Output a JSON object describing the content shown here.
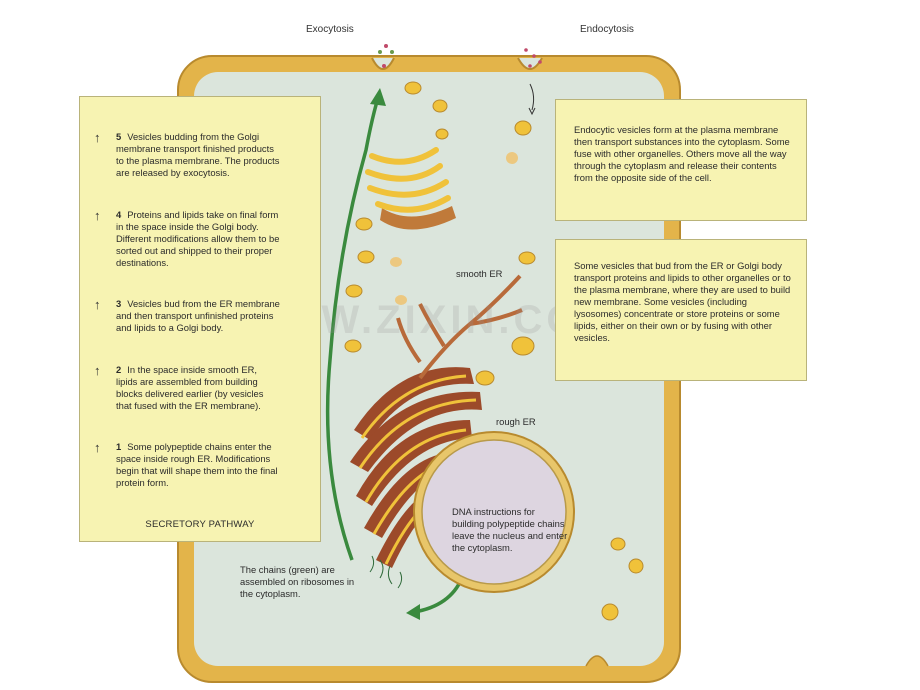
{
  "top_labels": {
    "exocytosis": "Exocytosis",
    "endocytosis": "Endocytosis"
  },
  "secretory_steps": [
    {
      "number": "5",
      "text": "Vesicles budding from the Golgi membrane transport finished products to the plasma membrane. The products are released by exocytosis."
    },
    {
      "number": "4",
      "text": "Proteins and lipids take on final form in the space inside the Golgi body. Different modifications allow them to be sorted out and shipped to their proper destinations."
    },
    {
      "number": "3",
      "text": "Vesicles bud from the ER membrane and then transport unfinished proteins and lipids to a Golgi body."
    },
    {
      "number": "2",
      "text": "In the space inside smooth ER, lipids are assembled from building blocks delivered earlier (by vesicles that fused with the ER membrane)."
    },
    {
      "number": "1",
      "text": "Some polypeptide chains enter the space inside rough ER. Modifications begin that will shape them into the final protein form."
    }
  ],
  "secretory_title": "SECRETORY PATHWAY",
  "right_panels": {
    "endocytic": "Endocytic vesicles form at the plasma membrane then transport substances into the cytoplasm. Some fuse with other organelles. Others move all the way through the cytoplasm and release their contents from the opposite side of the cell.",
    "vesicles": "Some vesicles that bud from the ER or Golgi body transport proteins and lipids to other organelles or to the plasma membrane, where they are used to build new membrane. Some vesicles (including lysosomes) concentrate or store proteins or some lipids, either on their own or by fusing with other vesicles."
  },
  "structure_labels": {
    "smooth_er": "smooth ER",
    "rough_er": "rough ER",
    "nucleus": "DNA instructions for building polypeptide chains leave the nucleus and enter the cytoplasm.",
    "ribosomes": "The chains (green) are assembled on ribosomes in the cytoplasm."
  },
  "watermark": "WWW.ZIXIN.COM",
  "colors": {
    "cell_wall": "#e7b94c",
    "cytoplasm": "#dde6de",
    "panel": "#f7f3b2",
    "pathway_arrow": "#3a8a3e",
    "golgi": "#f0c23a",
    "rough_er": "#9c4a2a"
  }
}
